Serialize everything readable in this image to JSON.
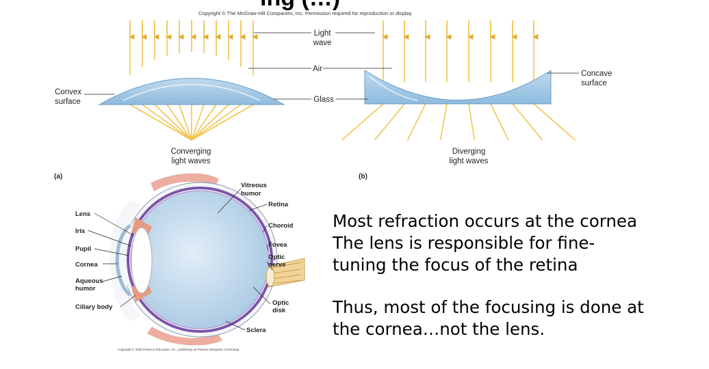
{
  "slide": {
    "copyright_top": "Copyright © The McGraw-Hill Companies, Inc. Permission required for reproduction or display.",
    "copyright_bottom": "Copyright © 2009 Pearson Education, Inc., publishing as Pearson Benjamin Cummings."
  },
  "lens_diagram": {
    "light_wave_line1": "Light",
    "light_wave_line2": "wave",
    "air": "Air",
    "glass": "Glass",
    "convex_line1": "Convex",
    "convex_line2": "surface",
    "concave_line1": "Concave",
    "concave_line2": "surface",
    "converging_line1": "Converging",
    "converging_line2": "light waves",
    "diverging_line1": "Diverging",
    "diverging_line2": "light waves",
    "panel_a": "(a)",
    "panel_b": "(b)"
  },
  "eye_diagram": {
    "lens": "Lens",
    "iris": "Iris",
    "pupil": "Pupil",
    "cornea": "Cornea",
    "aqueous_line1": "Aqueous",
    "aqueous_line2": "humor",
    "ciliary_body": "Ciliary body",
    "vitreous_line1": "Vitreous",
    "vitreous_line2": "humor",
    "retina": "Retina",
    "choroid": "Choroid",
    "fovea": "Fovea",
    "optic_nerve_line1": "Optic",
    "optic_nerve_line2": "nerve",
    "optic_disk_line1": "Optic",
    "optic_disk_line2": "disk",
    "sclera": "Sclera"
  },
  "text": {
    "line1": "Most refraction occurs at the cornea",
    "line2": "The lens is responsible for fine-",
    "line3": "tuning the focus of the retina",
    "line4": "Thus, most of the focusing is done at",
    "line5": "the cornea…not the lens."
  },
  "colors": {
    "ray": "#f0c44e",
    "glass": "#9fc6e4",
    "sclera_pink": "#e8a090",
    "choroid": "#7a55a8"
  }
}
